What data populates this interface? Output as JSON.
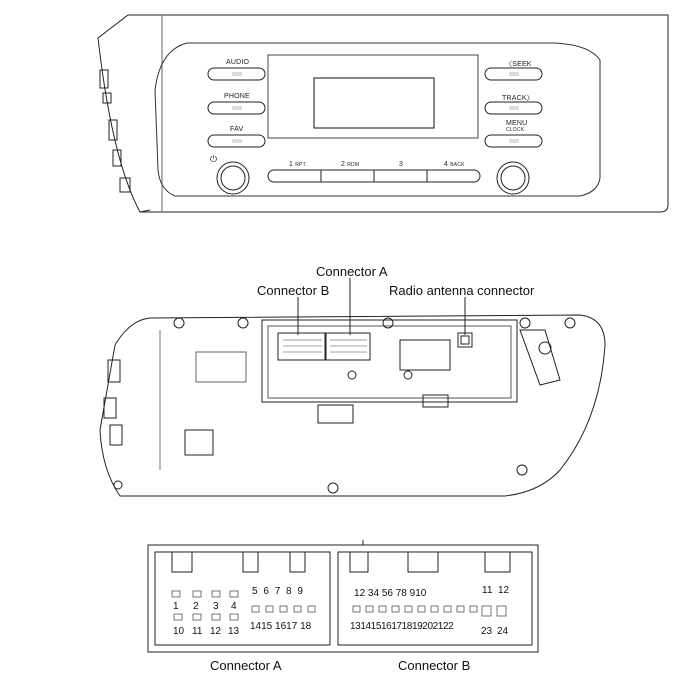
{
  "front_panel": {
    "labels": {
      "audio": "AUDIO",
      "phone": "PHONE",
      "fav": "FAV",
      "seek": "〈SEEK",
      "track": "TRACK〉",
      "menu": "MENU",
      "clock": "CLOCK",
      "power": "⏻"
    },
    "presets": [
      {
        "num": "1",
        "sub": "RPT"
      },
      {
        "num": "2",
        "sub": "RDM"
      },
      {
        "num": "3",
        "sub": ""
      },
      {
        "num": "4",
        "sub": "BACK"
      }
    ]
  },
  "rear_view": {
    "callouts": {
      "connector_a": "Connector A",
      "connector_b": "Connector B",
      "antenna": "Radio antenna connector"
    }
  },
  "pinout": {
    "connector_a": {
      "caption": "Connector A",
      "pins_top_left": [
        "1",
        "2",
        "3",
        "4"
      ],
      "pins_top_right": [
        "5",
        "6",
        "7",
        "8",
        "9"
      ],
      "pins_bottom_left": [
        "10",
        "11",
        "12",
        "13"
      ],
      "pins_bottom_right": [
        "14",
        "15",
        "16",
        "17",
        "18"
      ]
    },
    "connector_b": {
      "caption": "Connector B",
      "pins_top": [
        "1",
        "2",
        "3",
        "4",
        "5",
        "6",
        "7",
        "8",
        "9",
        "10"
      ],
      "pins_top_aux": [
        "11",
        "12"
      ],
      "pins_bottom": [
        "13",
        "14",
        "15",
        "16",
        "17",
        "18",
        "19",
        "20",
        "21",
        "22"
      ],
      "pins_bottom_aux": [
        "23",
        "24"
      ]
    }
  }
}
